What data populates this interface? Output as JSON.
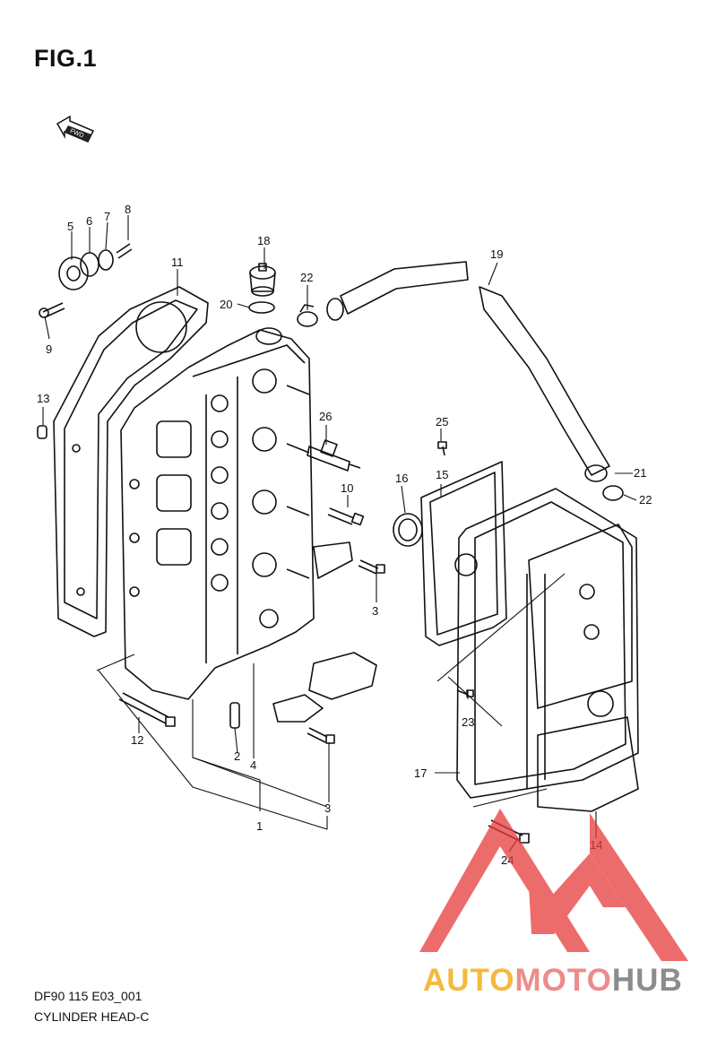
{
  "figure": {
    "title": "FIG.1",
    "fwd_label": "FWD",
    "code": "DF90 115 E03_001",
    "subtitle": "CYLINDER HEAD-C"
  },
  "callouts": [
    {
      "label": "1"
    },
    {
      "label": "2"
    },
    {
      "label": "3"
    },
    {
      "label": "3"
    },
    {
      "label": "4"
    },
    {
      "label": "5"
    },
    {
      "label": "6"
    },
    {
      "label": "7"
    },
    {
      "label": "8"
    },
    {
      "label": "9"
    },
    {
      "label": "10"
    },
    {
      "label": "11"
    },
    {
      "label": "12"
    },
    {
      "label": "13"
    },
    {
      "label": "14"
    },
    {
      "label": "15"
    },
    {
      "label": "16"
    },
    {
      "label": "17"
    },
    {
      "label": "18"
    },
    {
      "label": "19"
    },
    {
      "label": "20"
    },
    {
      "label": "21"
    },
    {
      "label": "22"
    },
    {
      "label": "22"
    },
    {
      "label": "23"
    },
    {
      "label": "24"
    },
    {
      "label": "25"
    },
    {
      "label": "26"
    }
  ],
  "watermark": {
    "part1": "AUTO",
    "part2": "MOTO",
    "part3": "HUB",
    "colors": {
      "auto": "#f4b93f",
      "moto": "#ee8b8b",
      "hub": "#8c8c8c",
      "triangle": "#e63b3b"
    }
  }
}
